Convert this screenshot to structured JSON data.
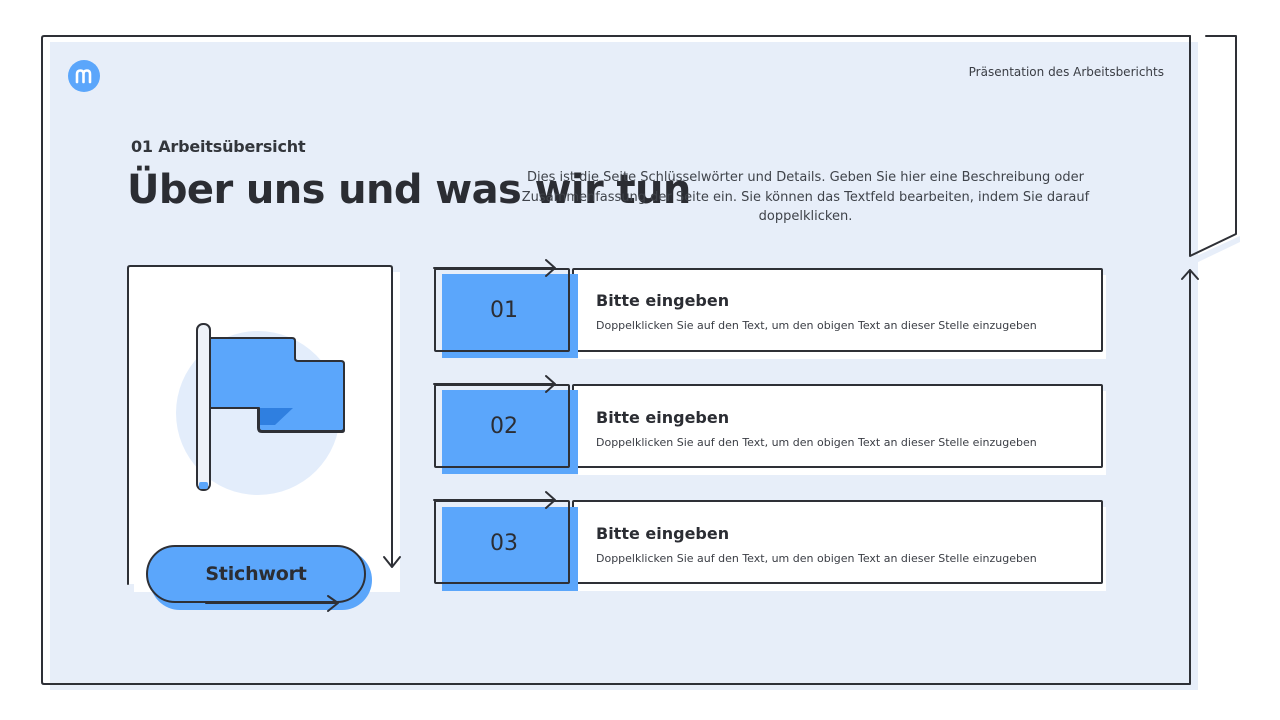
{
  "header": {
    "presentation_title": "Präsentation des Arbeitsberichts"
  },
  "section": {
    "label": "01 Arbeitsübersicht",
    "heading": "Über uns und was wir tun",
    "description": "Dies ist die Seite Schlüsselwörter und Details. Geben Sie hier eine Beschreibung oder Zusammenfassung der Seite ein. Sie können das Textfeld bearbeiten, indem Sie darauf doppelklicken."
  },
  "keyword_card": {
    "icon": "flag-icon",
    "label": "Stichwort"
  },
  "items": [
    {
      "number": "01",
      "title": "Bitte eingeben",
      "description": "Doppelklicken Sie auf den Text, um den obigen Text an dieser Stelle einzugeben"
    },
    {
      "number": "02",
      "title": "Bitte eingeben",
      "description": "Doppelklicken Sie auf den Text, um den obigen Text an dieser Stelle einzugeben"
    },
    {
      "number": "03",
      "title": "Bitte eingeben",
      "description": "Doppelklicken Sie auf den Text, um den obigen Text an dieser Stelle einzugeben"
    }
  ],
  "colors": {
    "accent_blue": "#5ba6fb",
    "background_light": "#e7eef9",
    "outline_dark": "#2e3036",
    "text_dark": "#2b2d33"
  }
}
